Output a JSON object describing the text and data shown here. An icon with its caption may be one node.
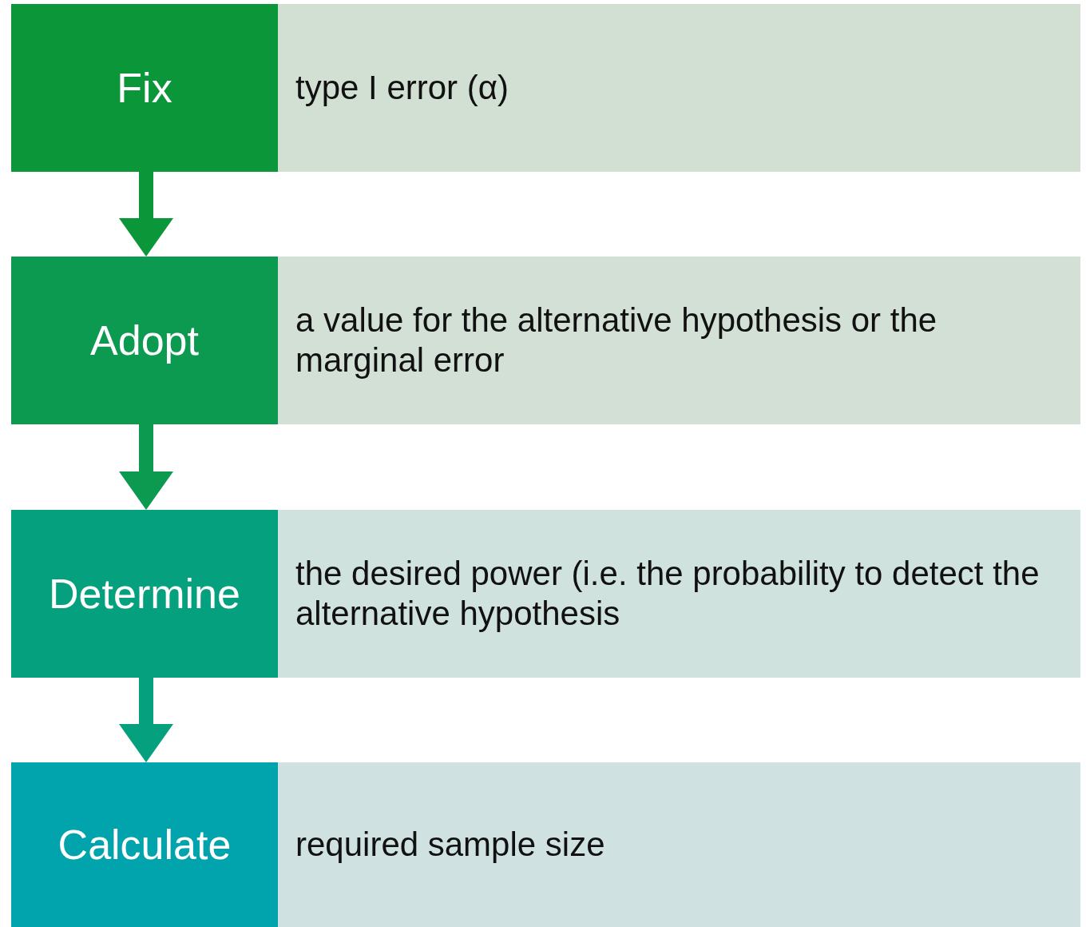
{
  "diagram": {
    "nodes": [
      {
        "text": [
          "Fix"
        ]
      },
      {
        "text": [
          "type I error (α)"
        ]
      },
      {
        "text": [
          "Adopt"
        ]
      },
      {
        "text": [
          "a value for the alternative hypothesis or the marginal error"
        ]
      },
      {
        "text": [
          "Determine"
        ]
      },
      {
        "text": [
          "the desired power (i.e. the probability to detect the alternative hypothesis"
        ]
      },
      {
        "text": [
          "Calculate"
        ]
      },
      {
        "text": [
          "required sample size"
        ]
      }
    ],
    "edges": [
      {
        "from": 0,
        "to": 2,
        "arrow": "to",
        "color": "#0b9639"
      },
      {
        "from": 2,
        "to": 4,
        "arrow": "to",
        "color": "#0c9a50"
      },
      {
        "from": 4,
        "to": 6,
        "arrow": "to",
        "color": "#05a07e"
      }
    ]
  }
}
